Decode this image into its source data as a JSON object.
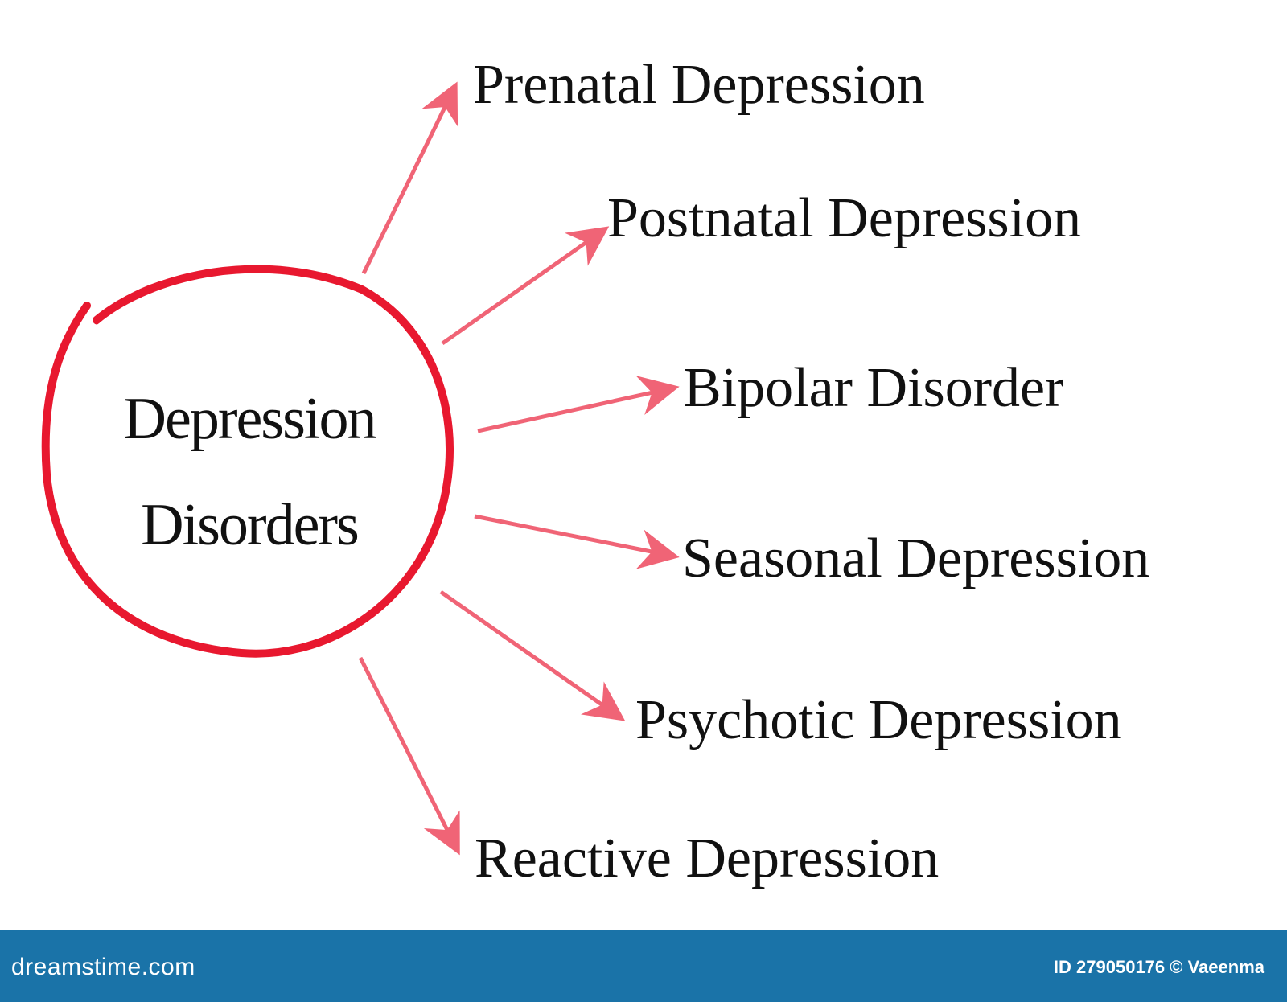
{
  "diagram": {
    "center_label_line1": "Depression",
    "center_label_line2": "Disorders",
    "items": [
      "Prenatal Depression",
      "Postnatal Depression",
      "Bipolar Disorder",
      "Seasonal Depression",
      "Psychotic Depression",
      "Reactive Depression"
    ],
    "circle_color": "#e8182f",
    "arrow_color": "#f06476",
    "text_color": "#111111"
  },
  "footer": {
    "brand": "dreamstime.com",
    "credit": "ID 279050176 © Vaeenma",
    "background": "#1a73a8"
  }
}
